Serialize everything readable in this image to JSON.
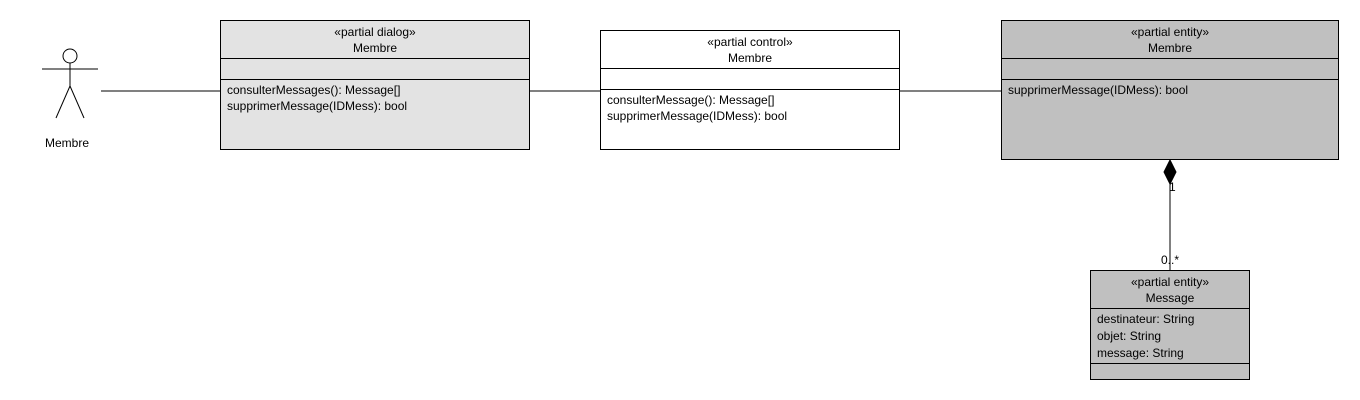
{
  "actor": {
    "name": "Membre"
  },
  "classes": [
    {
      "id": "dialog",
      "stereotype": "«partial dialog»",
      "name": "Membre",
      "attributes": [],
      "operations": [
        "consulterMessages(): Message[]",
        "supprimerMessage(IDMess): bool"
      ],
      "fill": "#e3e3e3"
    },
    {
      "id": "control",
      "stereotype": "«partial control»",
      "name": "Membre",
      "attributes": [],
      "operations": [
        "consulterMessage(): Message[]",
        "supprimerMessage(IDMess): bool"
      ],
      "fill": "#ffffff"
    },
    {
      "id": "entity-membre",
      "stereotype": "«partial entity»",
      "name": "Membre",
      "attributes": [],
      "operations": [
        "supprimerMessage(IDMess): bool"
      ],
      "fill": "#c0c0c0"
    },
    {
      "id": "entity-message",
      "stereotype": "«partial entity»",
      "name": "Message",
      "attributes": [
        "destinateur: String",
        "objet: String",
        "message: String"
      ],
      "operations": [],
      "fill": "#c0c0c0"
    }
  ],
  "composition": {
    "whole_multiplicity": "1",
    "part_multiplicity": "0..*"
  }
}
